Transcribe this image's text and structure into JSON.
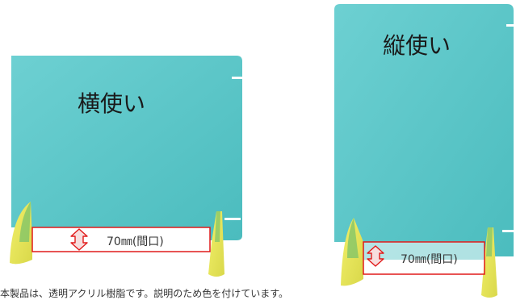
{
  "products": {
    "horizontal": {
      "label": "横使い",
      "opening": "70㎜(間口)"
    },
    "vertical": {
      "label": "縦使い",
      "opening": "70㎜(間口)"
    }
  },
  "caption": "本製品は、透明アクリル樹脂です。説明のため色を付けています。",
  "colors": {
    "panel": "#5bc6c8",
    "panel_edge": "#3fb1b4",
    "stand_yellow": "#e8e65a",
    "stand_green": "#7cc36a",
    "highlight": "#e11a1a",
    "arrow_fill": "#f7dede"
  }
}
